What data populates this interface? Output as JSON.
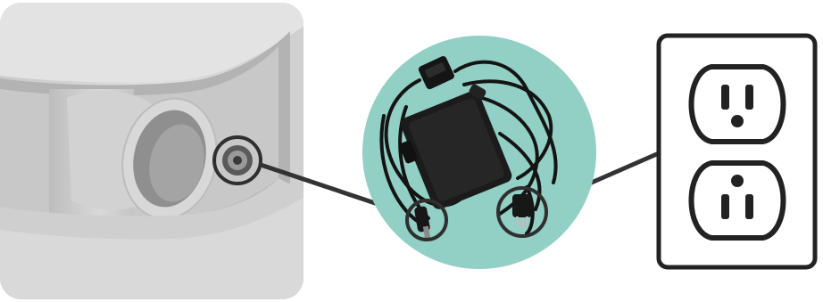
{
  "diagram": {
    "steps": [
      {
        "name": "device-power-port",
        "kind": "photo"
      },
      {
        "name": "power-adapter-and-cord",
        "kind": "photo"
      },
      {
        "name": "wall-outlet",
        "kind": "illustration"
      }
    ],
    "colors": {
      "device_body": "#d6d6d6",
      "device_shadow": "#9e9e9e",
      "adapter_circle": "#92cfc4",
      "adapter_black": "#141414",
      "connector_line": "#333333",
      "outlet_stroke": "#222222",
      "background": "#ffffff"
    }
  }
}
